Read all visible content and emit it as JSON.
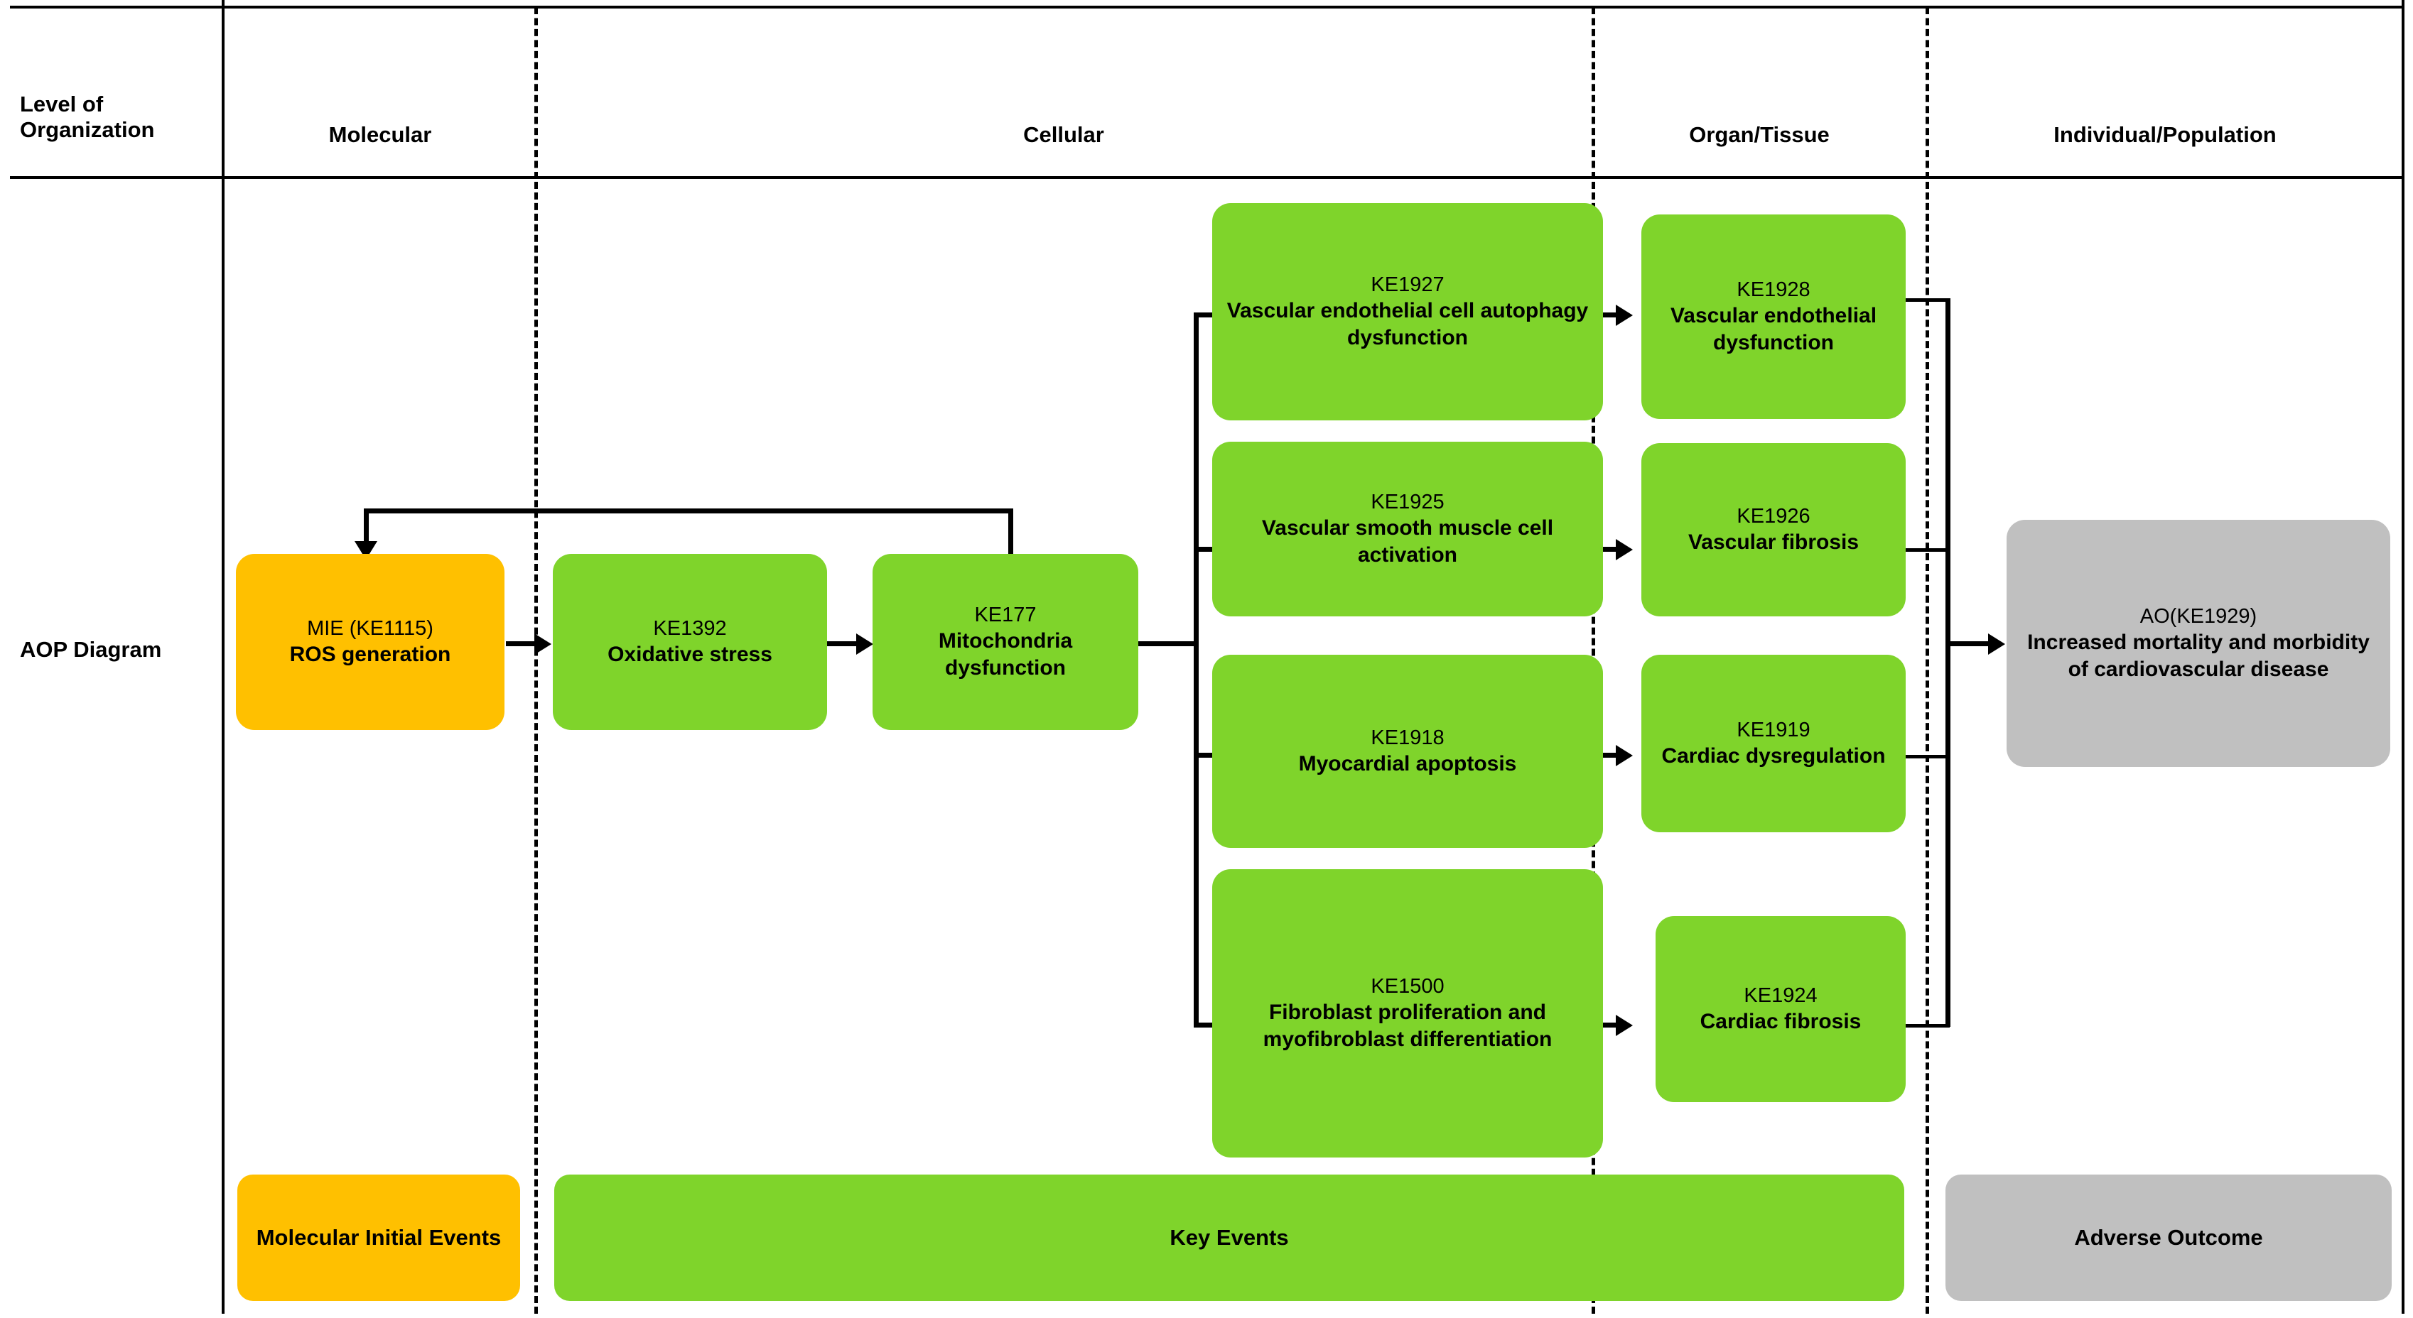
{
  "header": {
    "row_label": "Level of Organization",
    "columns": [
      {
        "label": "Molecular"
      },
      {
        "label": "Cellular"
      },
      {
        "label": "Organ/Tissue"
      },
      {
        "label": "Individual/Population"
      }
    ]
  },
  "diagram_row_label": "AOP Diagram",
  "colors": {
    "mie": "#FFC000",
    "key_event": "#7FD42B",
    "adverse_outcome": "#C0C0C0",
    "connector": "#000000",
    "background": "#FFFFFF"
  },
  "nodes": {
    "mie": {
      "id": "MIE (KE1115)",
      "title": "ROS generation",
      "type": "mie",
      "level": "Molecular"
    },
    "ke1392": {
      "id": "KE1392",
      "title": "Oxidative stress",
      "type": "key_event",
      "level": "Cellular"
    },
    "ke177": {
      "id": "KE177",
      "title": "Mitochondria dysfunction",
      "type": "key_event",
      "level": "Cellular"
    },
    "ke1927": {
      "id": "KE1927",
      "title": "Vascular endothelial cell autophagy dysfunction",
      "type": "key_event",
      "level": "Cellular"
    },
    "ke1925": {
      "id": "KE1925",
      "title": "Vascular smooth muscle cell activation",
      "type": "key_event",
      "level": "Cellular"
    },
    "ke1918": {
      "id": "KE1918",
      "title": "Myocardial apoptosis",
      "type": "key_event",
      "level": "Cellular"
    },
    "ke1500": {
      "id": "KE1500",
      "title": "Fibroblast proliferation and myofibroblast differentiation",
      "type": "key_event",
      "level": "Cellular"
    },
    "ke1928": {
      "id": "KE1928",
      "title": "Vascular endothelial dysfunction",
      "type": "key_event",
      "level": "Organ/Tissue"
    },
    "ke1926": {
      "id": "KE1926",
      "title": "Vascular fibrosis",
      "type": "key_event",
      "level": "Organ/Tissue"
    },
    "ke1919": {
      "id": "KE1919",
      "title": "Cardiac dysregulation",
      "type": "key_event",
      "level": "Organ/Tissue"
    },
    "ke1924": {
      "id": "KE1924",
      "title": "Cardiac fibrosis",
      "type": "key_event",
      "level": "Organ/Tissue"
    },
    "ao": {
      "id": "AO(KE1929)",
      "title": "Increased mortality and morbidity of cardiovascular disease",
      "type": "adverse_outcome",
      "level": "Individual/Population"
    }
  },
  "legend": [
    {
      "label": "Molecular Initial Events",
      "type": "mie"
    },
    {
      "label": "Key Events",
      "type": "key_event"
    },
    {
      "label": "Adverse Outcome",
      "type": "adverse_outcome"
    }
  ]
}
